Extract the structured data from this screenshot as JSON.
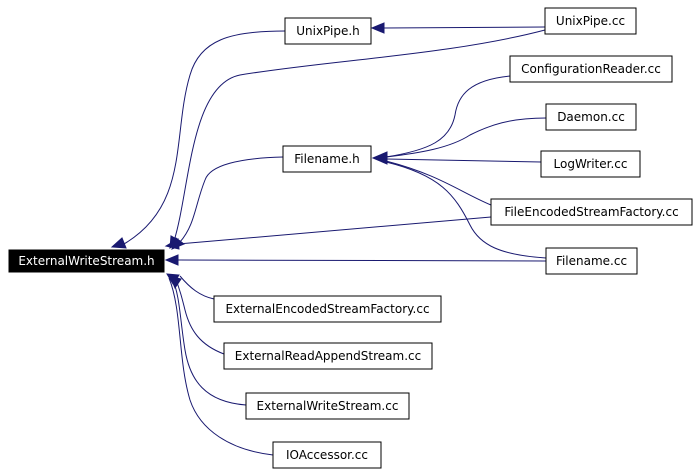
{
  "colors": {
    "edge": "#191970",
    "box_border": "#000000",
    "root_fill": "#000000",
    "root_text": "#ffffff"
  },
  "nodes": {
    "external_write_stream_h": "ExternalWriteStream.h",
    "unix_pipe_h": "UnixPipe.h",
    "filename_h": "Filename.h",
    "unix_pipe_cc": "UnixPipe.cc",
    "configuration_reader_cc": "ConfigurationReader.cc",
    "daemon_cc": "Daemon.cc",
    "log_writer_cc": "LogWriter.cc",
    "file_encoded_stream_factory_cc": "FileEncodedStreamFactory.cc",
    "filename_cc": "Filename.cc",
    "external_encoded_stream_factory_cc": "ExternalEncodedStreamFactory.cc",
    "external_read_append_stream_cc": "ExternalReadAppendStream.cc",
    "external_write_stream_cc": "ExternalWriteStream.cc",
    "io_accessor_cc": "IOAccessor.cc"
  }
}
